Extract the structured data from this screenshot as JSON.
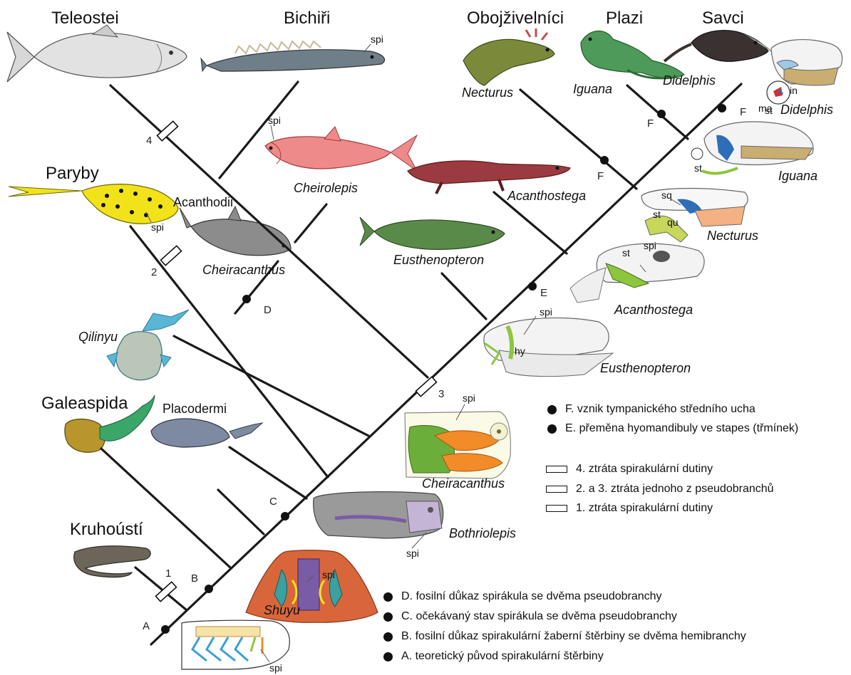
{
  "groups": {
    "teleostei": "Teleostei",
    "bichiri": "Bichiři",
    "obojzivelnici": "Obojživelníci",
    "plazi": "Plazi",
    "savci": "Savci",
    "paryby": "Paryby",
    "galeaspida": "Galeaspida",
    "kruhousti": "Kruhoústí",
    "acanthodii": "Acanthodii",
    "placodermi": "Placodermi"
  },
  "taxa": {
    "necturus": "Necturus",
    "iguana": "Iguana",
    "didelphis": "Didelphis",
    "cheirolepis": "Cheirolepis",
    "acanthostega": "Acanthostega",
    "eusthenopteron": "Eusthenopteron",
    "cheiracanthus": "Cheiracanthus",
    "qilinyu": "Qilinyu",
    "bothriolepis": "Bothriolepis",
    "shuyu": "Shuyu",
    "didelphis_skull": "Didelphis",
    "iguana_skull": "Iguana",
    "necturus_skull": "Necturus",
    "acanthostega_skull": "Acanthostega",
    "eusthenopteron_skull": "Eusthenopteron",
    "cheiracanthus_head": "Cheiracanthus"
  },
  "labels": {
    "spi": "spi",
    "st": "st",
    "sq": "sq",
    "qu": "qu",
    "hy": "hy",
    "in": "in",
    "ma": "ma"
  },
  "nodes": {
    "A": "A",
    "B": "B",
    "C": "C",
    "D": "D",
    "E": "E",
    "F": "F",
    "n1": "1",
    "n2": "2",
    "n3": "3",
    "n4": "4"
  },
  "legend_top": [
    {
      "kind": "dot",
      "text": "F. vznik tympanického středního ucha"
    },
    {
      "kind": "dot",
      "text": "E. přeměna hyomandibuly ve stapes (třmínek)"
    },
    {
      "kind": "bar",
      "text": "4. ztráta spirakulární dutiny"
    },
    {
      "kind": "bar",
      "text": "2. a 3. ztráta jednoho z pseudobranchů"
    },
    {
      "kind": "bar",
      "text": "1. ztráta spirakulární dutiny"
    }
  ],
  "legend_bottom": [
    {
      "kind": "dot",
      "text": "D. fosilní důkaz spirákula se dvěma pseudobranchy"
    },
    {
      "kind": "dot",
      "text": "C. očekávaný stav spirákula se dvěma pseudobranchy"
    },
    {
      "kind": "dot",
      "text": "B. fosilní důkaz spirakulární žaberní štěrbiny se dvěma hemibranchy"
    },
    {
      "kind": "dot",
      "text": "A. teoretický původ spirakulární štěrbiny"
    }
  ],
  "colors": {
    "branch": "#1a1a1a",
    "paryby_yellow": "#f2e21a",
    "cheirolepis_pink": "#ef8a8a",
    "gill_green": "#8cc63f",
    "jaw_orange": "#f28c28",
    "hyoid_blue": "#2e6db8",
    "shuyu_orange": "#d9663a",
    "bothriolepis_grey": "#8a8a8a"
  }
}
